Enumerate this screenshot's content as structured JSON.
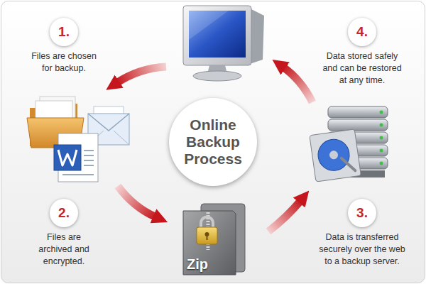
{
  "diagram": {
    "nodes": [
      {
        "text": [
          "1.",
          "Files are chosen for backup."
        ]
      },
      {
        "text": [
          "4.",
          "Data stored safely and can be restored at any time."
        ]
      },
      {
        "text": [
          "Online Backup Process"
        ]
      },
      {
        "text": [
          "2.",
          "Files are archived and encrypted."
        ]
      },
      {
        "text": [
          "3.",
          "Data is transferred securely over the web to a backup server."
        ]
      }
    ],
    "labels": [
      "Zip"
    ]
  }
}
